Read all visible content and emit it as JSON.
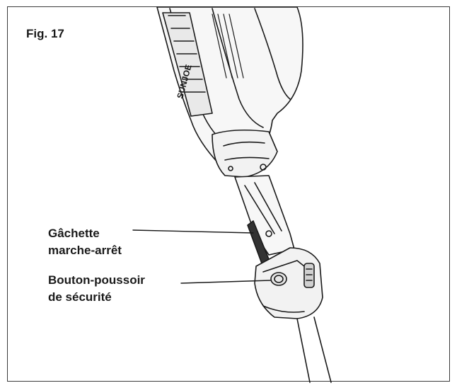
{
  "figure": {
    "label": "Fig. 17",
    "brand_text": "SUNJOE",
    "callouts": [
      {
        "line1": "Gâchette",
        "line2": "marche-arrêt"
      },
      {
        "line1": "Bouton-poussoir",
        "line2": "de sécurité"
      }
    ]
  }
}
